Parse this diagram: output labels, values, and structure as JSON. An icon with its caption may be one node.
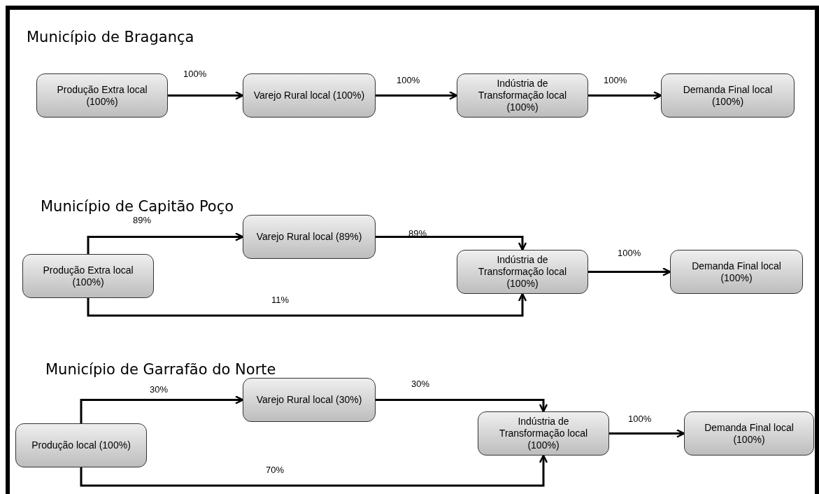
{
  "diagram": {
    "nodes": [
      {
        "text": [
          "Produção Extra local (100%)"
        ]
      },
      {
        "text": [
          "Varejo Rural local (100%)"
        ]
      },
      {
        "text": [
          "Indústria de Transformação local (100%)"
        ]
      },
      {
        "text": [
          "Demanda Final local (100%)"
        ]
      },
      {
        "text": [
          "Produção Extra local (100%)"
        ]
      },
      {
        "text": [
          "Varejo Rural local (89%)"
        ]
      },
      {
        "text": [
          "Indústria de Transformação local (100%)"
        ]
      },
      {
        "text": [
          "Demanda Final local (100%)"
        ]
      },
      {
        "text": [
          "Produção local (100%)"
        ]
      },
      {
        "text": [
          "Varejo Rural local (30%)"
        ]
      },
      {
        "text": [
          "Indústria de Transformação local (100%)"
        ]
      },
      {
        "text": [
          "Demanda Final local (100%)"
        ]
      }
    ],
    "edges": [
      {
        "from": 0,
        "to": 1,
        "arrow": "to",
        "label": "100%"
      },
      {
        "from": 1,
        "to": 2,
        "arrow": "to",
        "label": "100%"
      },
      {
        "from": 2,
        "to": 3,
        "arrow": "to",
        "label": "100%"
      },
      {
        "from": 4,
        "to": 5,
        "arrow": "to",
        "label": "89%"
      },
      {
        "from": 5,
        "to": 6,
        "arrow": "to",
        "label": "89%"
      },
      {
        "from": 4,
        "to": 6,
        "arrow": "to",
        "label": "11%"
      },
      {
        "from": 6,
        "to": 7,
        "arrow": "to",
        "label": "100%"
      },
      {
        "from": 8,
        "to": 9,
        "arrow": "to",
        "label": "30%"
      },
      {
        "from": 9,
        "to": 10,
        "arrow": "to",
        "label": "30%"
      },
      {
        "from": 8,
        "to": 10,
        "arrow": "to",
        "label": "70%"
      },
      {
        "from": 10,
        "to": 11,
        "arrow": "to",
        "label": "100%"
      }
    ],
    "labels": [
      "Município de Bragança",
      "Município de Capitão Poço",
      "Município de Garrafão do Norte"
    ]
  }
}
